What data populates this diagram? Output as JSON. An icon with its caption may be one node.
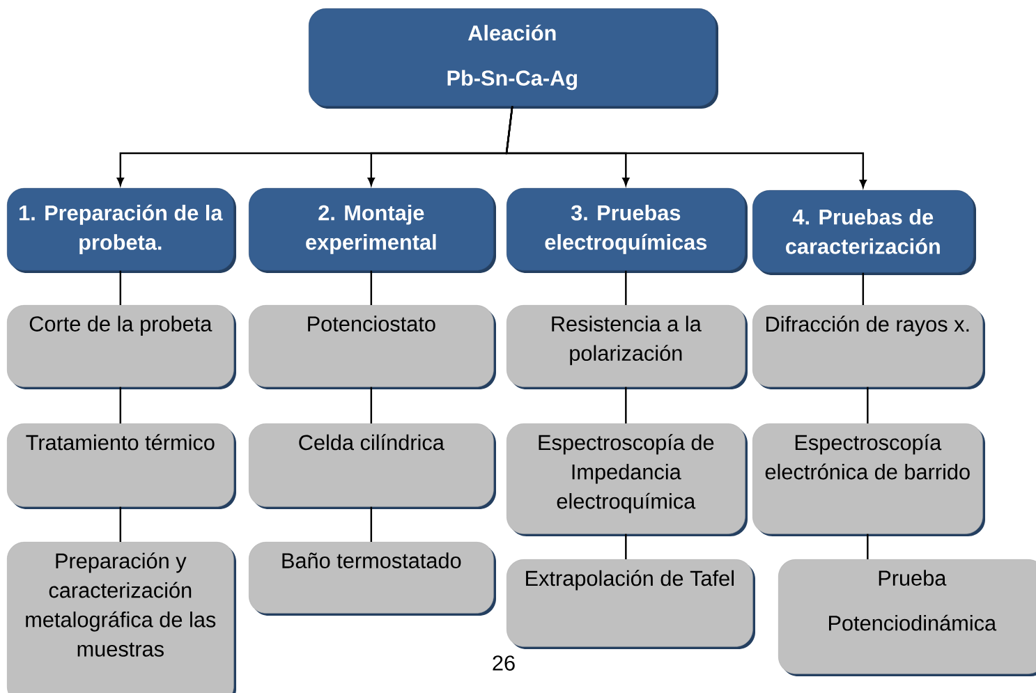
{
  "diagram": {
    "nodes": [
      {
        "text": [
          "Aleación",
          "Pb-Sn-Ca-Ag"
        ]
      },
      {
        "text": [
          "1. Preparación de la probeta."
        ]
      },
      {
        "text": [
          "2. Montaje experimental"
        ]
      },
      {
        "text": [
          "3. Pruebas electroquímicas"
        ]
      },
      {
        "text": [
          "4. Pruebas de caracterización"
        ]
      },
      {
        "text": [
          "Corte de la probeta"
        ]
      },
      {
        "text": [
          "Potenciostato"
        ]
      },
      {
        "text": [
          "Resistencia a la polarización"
        ]
      },
      {
        "text": [
          "Difracción de rayos x."
        ]
      },
      {
        "text": [
          "Tratamiento térmico"
        ]
      },
      {
        "text": [
          "Celda cilíndrica"
        ]
      },
      {
        "text": [
          "Espectroscopía de Impedancia electroquímica"
        ]
      },
      {
        "text": [
          "Espectroscopía electrónica de barrido"
        ]
      },
      {
        "text": [
          "Preparación y caracterización metalográfica de las muestras"
        ]
      },
      {
        "text": [
          "Baño termostatado"
        ]
      },
      {
        "text": [
          "Extrapolación de Tafel"
        ]
      },
      {
        "text": [
          "Prueba",
          "Potenciodinámica"
        ]
      }
    ],
    "edges": [
      {
        "from": 0,
        "to": 1,
        "arrow": "to"
      },
      {
        "from": 0,
        "to": 2,
        "arrow": "to"
      },
      {
        "from": 0,
        "to": 3,
        "arrow": "to"
      },
      {
        "from": 0,
        "to": 4,
        "arrow": "to"
      },
      {
        "from": 1,
        "to": 5,
        "arrow": "none"
      },
      {
        "from": 5,
        "to": 9,
        "arrow": "none"
      },
      {
        "from": 9,
        "to": 13,
        "arrow": "none"
      },
      {
        "from": 2,
        "to": 6,
        "arrow": "none"
      },
      {
        "from": 6,
        "to": 10,
        "arrow": "none"
      },
      {
        "from": 10,
        "to": 14,
        "arrow": "none"
      },
      {
        "from": 3,
        "to": 7,
        "arrow": "none"
      },
      {
        "from": 7,
        "to": 11,
        "arrow": "none"
      },
      {
        "from": 11,
        "to": 15,
        "arrow": "none"
      },
      {
        "from": 4,
        "to": 8,
        "arrow": "none"
      },
      {
        "from": 8,
        "to": 12,
        "arrow": "none"
      },
      {
        "from": 12,
        "to": 16,
        "arrow": "none"
      }
    ],
    "labels": [
      "26"
    ]
  }
}
